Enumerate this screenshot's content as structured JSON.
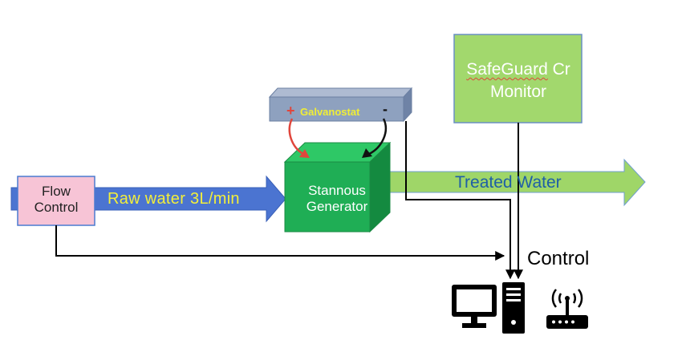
{
  "flow_control": {
    "line1": "Flow",
    "line2": "Control"
  },
  "raw_water": {
    "label": "Raw water  3L/min"
  },
  "galvanostat": {
    "label": "Galvanostat",
    "plus": "+",
    "minus": "-"
  },
  "stannous_generator": {
    "line1": "Stannous",
    "line2": "Generator"
  },
  "treated_water": {
    "label": "Treated Water"
  },
  "monitor": {
    "line1_word1": "SafeGuard",
    "line1_word2": "Cr",
    "line2": "Monitor"
  },
  "control": {
    "label": "Control"
  },
  "icons": [
    "computer-monitor-icon",
    "computer-tower-icon",
    "wireless-router-icon"
  ],
  "colors": {
    "flow_control_fill": "#f7c4d6",
    "raw_water_arrow": "#4b74d1",
    "galvanostat_fill": "#8ea1bf",
    "stannous_fill": "#1fae55",
    "treated_water_arrow": "#9fd668",
    "monitor_fill": "#a2d86d",
    "positive_arrow": "#e0463c",
    "negative_arrow": "#111111"
  }
}
